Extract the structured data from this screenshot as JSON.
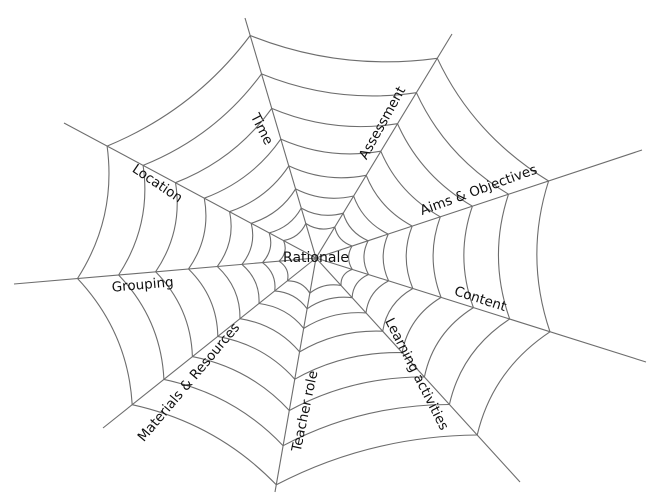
{
  "diagram": {
    "center": {
      "label": "Rationale"
    },
    "spokes": [
      {
        "id": "time",
        "label": "Time"
      },
      {
        "id": "assessment",
        "label": "Assessment"
      },
      {
        "id": "aims",
        "label": "Aims & Objectives"
      },
      {
        "id": "content",
        "label": "Content"
      },
      {
        "id": "learning",
        "label": "Learning activities"
      },
      {
        "id": "teacher",
        "label": "Teacher role"
      },
      {
        "id": "materials",
        "label": "Materials & Resources"
      },
      {
        "id": "grouping",
        "label": "Grouping"
      },
      {
        "id": "location",
        "label": "Location"
      }
    ],
    "colors": {
      "web_line": "#6d6d6d",
      "text": "#111111",
      "background": "#ffffff"
    }
  }
}
